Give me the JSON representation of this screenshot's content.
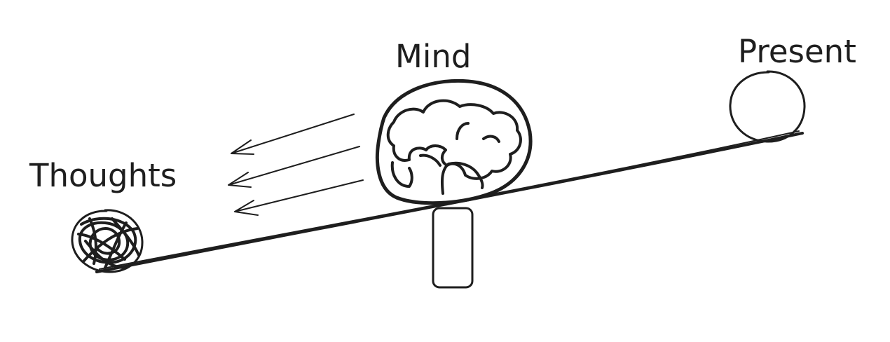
{
  "diagram": {
    "labels": {
      "mind": "Mind",
      "present": "Present",
      "thoughts": "Thoughts"
    },
    "ink_color": "#1e1e1e",
    "background_color": "#ffffff"
  }
}
